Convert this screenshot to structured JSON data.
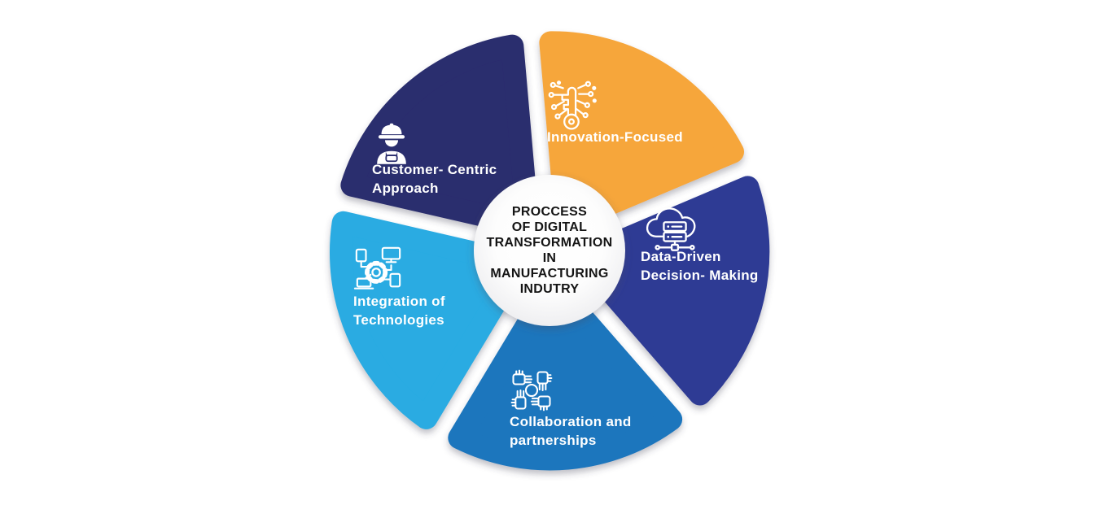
{
  "center": {
    "title": "PROCCESS\nOF DIGITAL\nTRANSFORMATION\nIN\nMANUFACTURING\nINDUTRY",
    "circle_color": "#ffffff"
  },
  "petals": [
    {
      "id": "innovation",
      "label": "Innovation-Focused",
      "color": "#F6A63B",
      "icon": "circuit-key-icon"
    },
    {
      "id": "data",
      "label": "Data-Driven\nDecision- Making",
      "color": "#2E3B94",
      "icon": "cloud-server-icon"
    },
    {
      "id": "collaboration",
      "label": "Collaboration and\npartnerships",
      "color": "#1C76BD",
      "icon": "hands-unity-icon"
    },
    {
      "id": "integration",
      "label": "Integration of\nTechnologies",
      "color": "#29ABE2",
      "icon": "gear-devices-icon"
    },
    {
      "id": "customer",
      "label": "Customer- Centric\nApproach",
      "color": "#2A2D6E",
      "icon": "worker-icon"
    }
  ]
}
